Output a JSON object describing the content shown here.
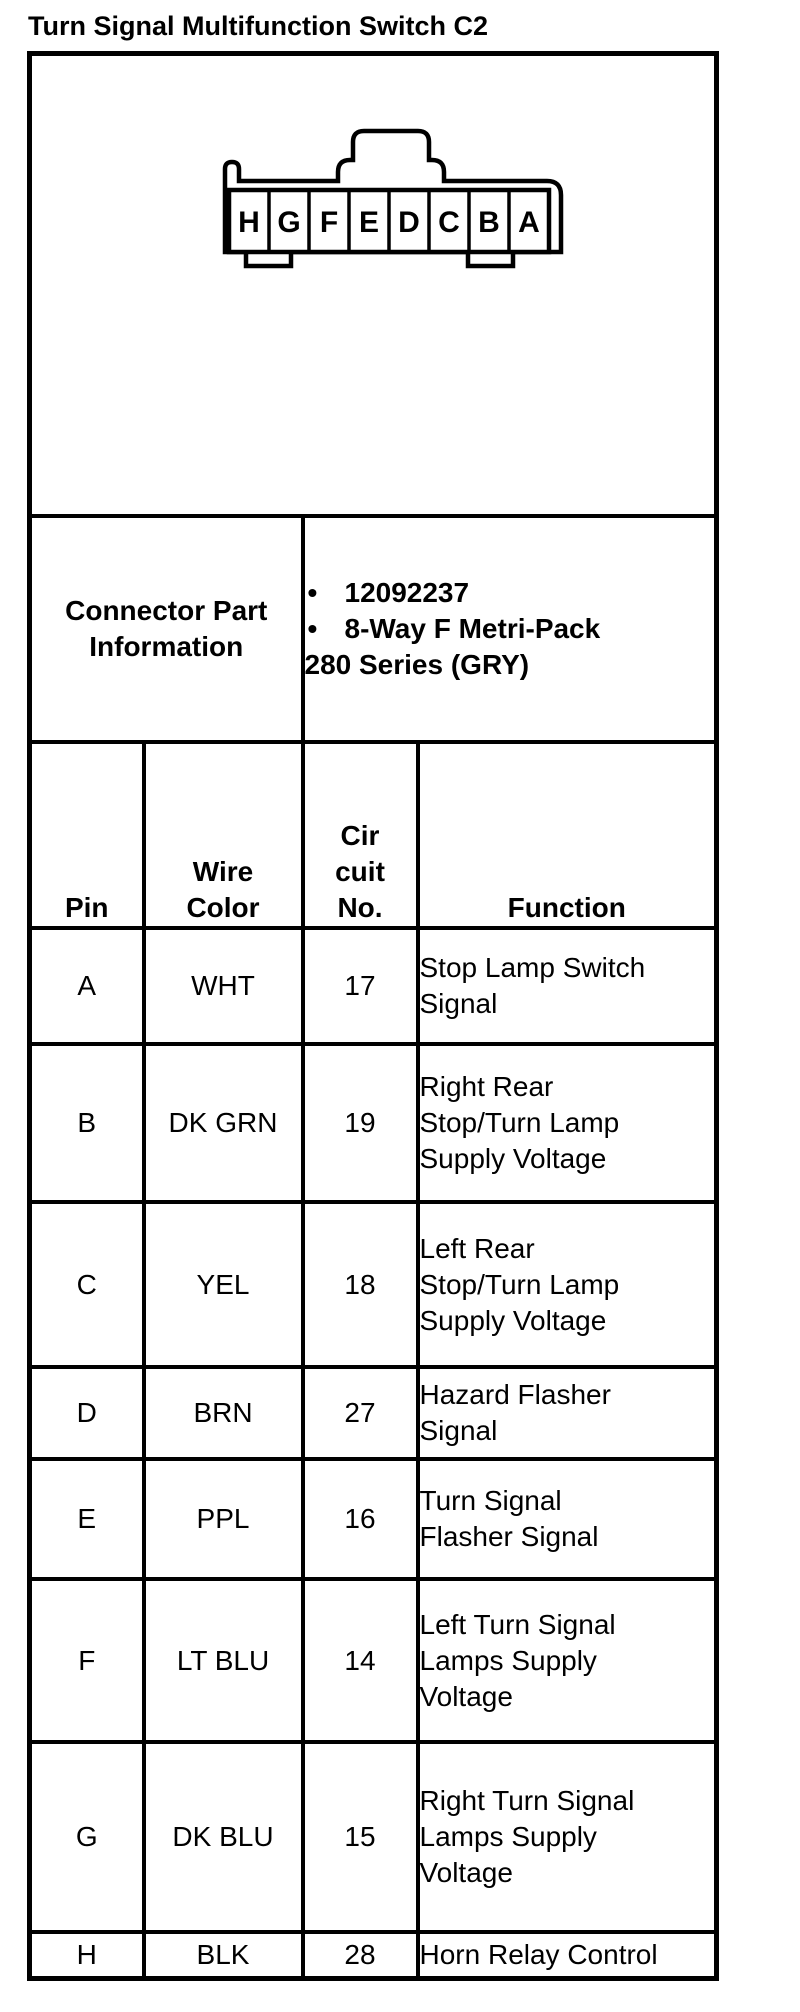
{
  "title": "Turn Signal Multifunction Switch C2",
  "connector_diagram": {
    "pins": [
      "H",
      "G",
      "F",
      "E",
      "D",
      "C",
      "B",
      "A"
    ]
  },
  "part_info": {
    "label": "Connector Part\nInformation",
    "bullet_glyph": "•",
    "items": [
      "12092237",
      "8-Way F Metri-Pack\n280 Series (GRY)"
    ]
  },
  "pin_table": {
    "headers": {
      "pin": "Pin",
      "wire_color": "Wire\nColor",
      "circuit_no": "Cir\ncuit\nNo.",
      "function": "Function"
    },
    "rows": [
      {
        "pin": "A",
        "wire_color": "WHT",
        "circuit": "17",
        "function": "Stop Lamp Switch\nSignal"
      },
      {
        "pin": "B",
        "wire_color": "DK GRN",
        "circuit": "19",
        "function": "Right Rear\nStop/Turn Lamp\nSupply Voltage"
      },
      {
        "pin": "C",
        "wire_color": "YEL",
        "circuit": "18",
        "function": "Left Rear\nStop/Turn Lamp\nSupply Voltage"
      },
      {
        "pin": "D",
        "wire_color": "BRN",
        "circuit": "27",
        "function": "Hazard Flasher\nSignal"
      },
      {
        "pin": "E",
        "wire_color": "PPL",
        "circuit": "16",
        "function": "Turn Signal\nFlasher Signal"
      },
      {
        "pin": "F",
        "wire_color": "LT BLU",
        "circuit": "14",
        "function": "Left Turn Signal\nLamps Supply\nVoltage"
      },
      {
        "pin": "G",
        "wire_color": "DK BLU",
        "circuit": "15",
        "function": "Right Turn Signal\nLamps Supply\nVoltage"
      },
      {
        "pin": "H",
        "wire_color": "BLK",
        "circuit": "28",
        "function": "Horn Relay Control"
      }
    ]
  },
  "colors": {
    "ink": "#000000",
    "paper": "#ffffff"
  }
}
